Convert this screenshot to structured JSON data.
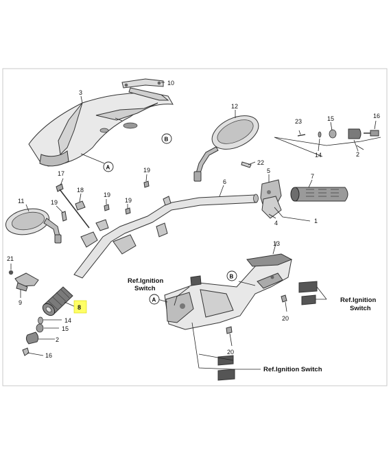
{
  "callouts": {
    "n1": "1",
    "n2a": "2",
    "n2b": "2",
    "n3": "3",
    "n4": "4",
    "n5": "5",
    "n6": "6",
    "n7": "7",
    "n8": "8",
    "n9": "9",
    "n10": "10",
    "n11": "11",
    "n12": "12",
    "n13": "13",
    "n14a": "14",
    "n14b": "14",
    "n15a": "15",
    "n15b": "15",
    "n16a": "16",
    "n16b": "16",
    "n17": "17",
    "n18": "18",
    "n19a": "19",
    "n19b": "19",
    "n19c": "19",
    "n20a": "20",
    "n20b": "20",
    "n21": "21",
    "n22": "22",
    "n23": "23"
  },
  "markers": {
    "a1": "A",
    "a2": "A",
    "b1": "B",
    "b2": "B"
  },
  "references": {
    "ignition_top_line1": "Ref.Ignition",
    "ignition_top_line2": "Switch",
    "ignition_right_line1": "Ref.Ignition",
    "ignition_right_line2": "Switch",
    "ignition_bottom": "Ref.Ignition Switch"
  },
  "highlight_color": "#ffff66",
  "frame_color": "#c8c8c8"
}
